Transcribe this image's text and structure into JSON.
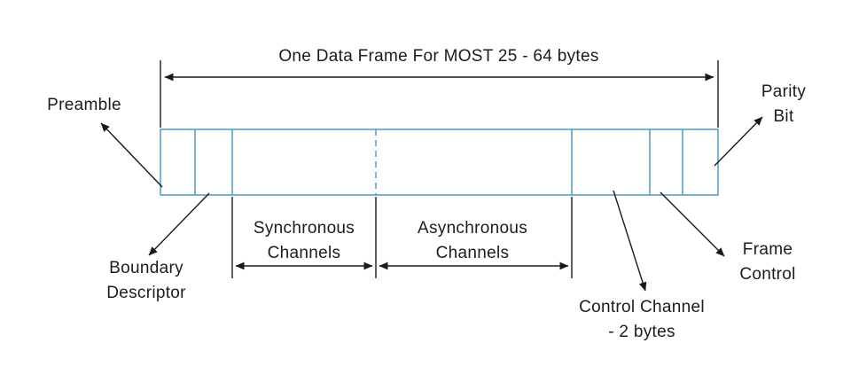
{
  "diagram": {
    "title": "One Data Frame For MOST 25 - 64 bytes",
    "frame": {
      "sections": [
        "Preamble",
        "Boundary Descriptor",
        "Synchronous Channels",
        "Asynchronous Channels",
        "Control Channel - 2 bytes",
        "Frame Control",
        "Parity Bit"
      ]
    },
    "labels": {
      "preamble": "Preamble",
      "boundary": {
        "line1": "Boundary",
        "line2": "Descriptor"
      },
      "synchronous": {
        "line1": "Synchronous",
        "line2": "Channels"
      },
      "asynchronous": {
        "line1": "Asynchronous",
        "line2": "Channels"
      },
      "control": {
        "line1": "Control Channel",
        "line2": "- 2 bytes"
      },
      "frame_control": {
        "line1": "Frame",
        "line2": "Control"
      },
      "parity": {
        "line1": "Parity",
        "line2": "Bit"
      }
    },
    "colors": {
      "frame_stroke": "#58a0cc",
      "arrow": "#1a1a1a",
      "text": "#1c1c1c",
      "background": "#ffffff"
    }
  }
}
